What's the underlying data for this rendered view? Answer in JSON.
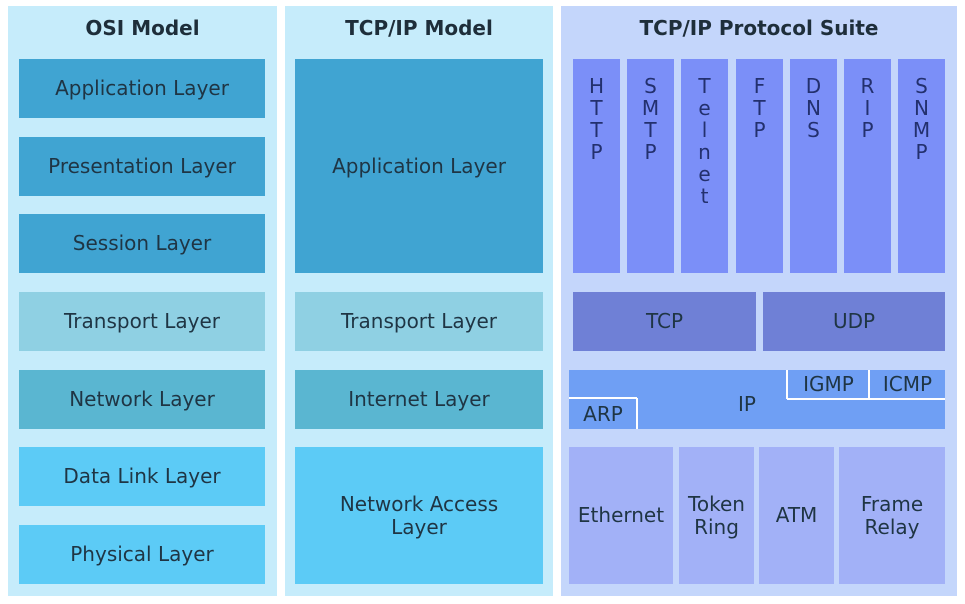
{
  "osi": {
    "title": "OSI Model",
    "layers": [
      "Application Layer",
      "Presentation Layer",
      "Session Layer",
      "Transport Layer",
      "Network Layer",
      "Data Link Layer",
      "Physical Layer"
    ]
  },
  "tcpip": {
    "title": "TCP/IP Model",
    "layers": [
      "Application Layer",
      "Transport Layer",
      "Internet Layer",
      "Network Access Layer"
    ]
  },
  "suite": {
    "title": "TCP/IP Protocol Suite",
    "application_protocols": [
      "HTTP",
      "SMTP",
      "Telnet",
      "FTP",
      "DNS",
      "RIP",
      "SNMP"
    ],
    "transport_protocols": [
      "TCP",
      "UDP"
    ],
    "internet_protocols": {
      "ip": "IP",
      "arp": "ARP",
      "igmp": "IGMP",
      "icmp": "ICMP"
    },
    "network_access_protocols": [
      "Ethernet",
      "Token Ring",
      "ATM",
      "Frame Relay"
    ]
  },
  "colors": {
    "application": "#40a4d2",
    "transport": "#8fd0e3",
    "network": "#5ab6d1",
    "link": "#5ccbf6",
    "suite_app": "#7b8ff8",
    "suite_transport": "#6f80d6",
    "suite_internet": "#6f9ff4",
    "suite_access": "#a2b1f7"
  }
}
